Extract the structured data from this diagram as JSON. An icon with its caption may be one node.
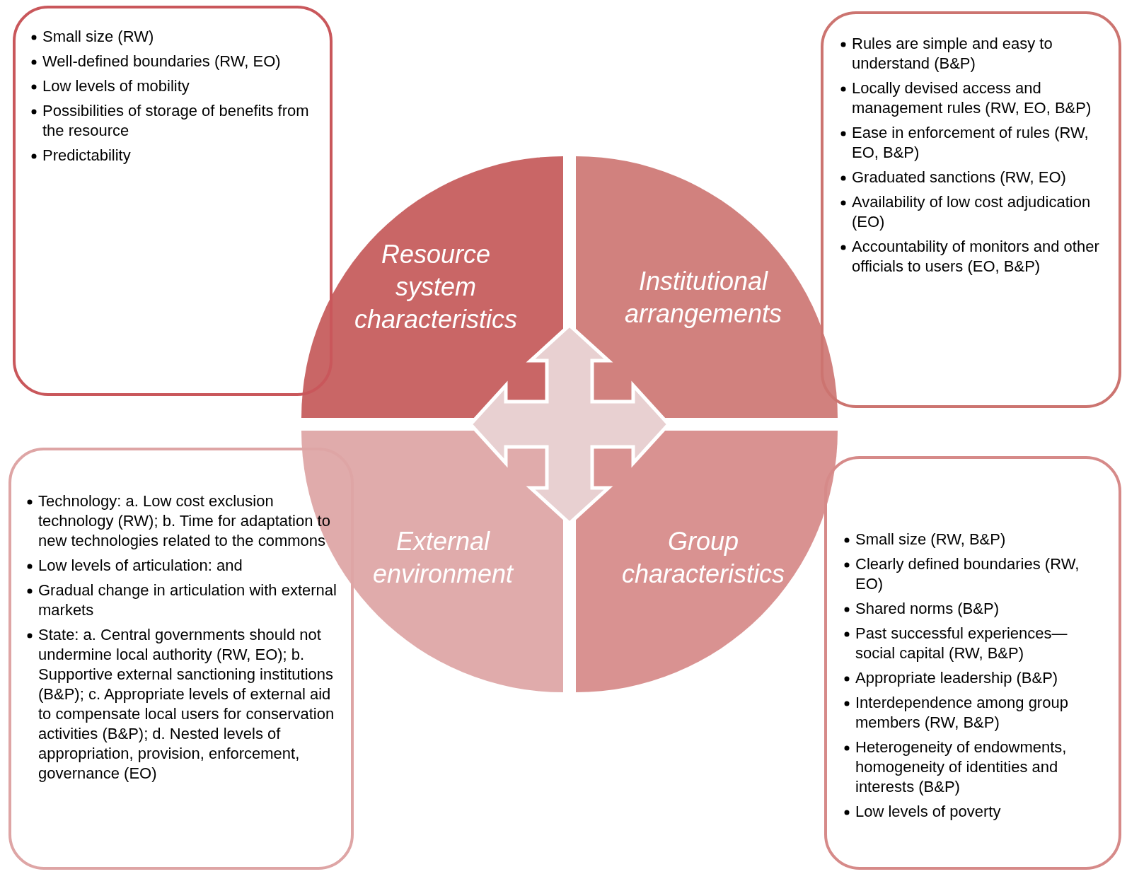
{
  "diagram": {
    "nodes": [
      {
        "text": [
          "Small size (RW)",
          "Well-defined boundaries (RW, EO)",
          "Low levels of mobility",
          "Possibilities of storage of benefits from the resource",
          "Predictability"
        ]
      },
      {
        "text": [
          "Resource system characteristics"
        ]
      },
      {
        "text": [
          "Institutional arrangements"
        ]
      },
      {
        "text": [
          "Rules are simple and easy to understand (B&P)",
          "Locally devised access and management rules (RW, EO, B&P)",
          "Ease in enforcement of rules (RW, EO, B&P)",
          "Graduated sanctions (RW, EO)",
          "Availability of low cost adjudication (EO)",
          "Accountability of monitors and other officials to users (EO, B&P)"
        ]
      },
      {
        "text": [
          "Technology: a. Low cost exclusion technology (RW);  b. Time for adaptation to new technologies related to the commons",
          "Low levels of articulation: and",
          "Gradual change in articulation with external markets",
          "State: a. Central governments should not undermine local authority (RW, EO); b. Supportive external sanctioning institutions (B&P); c. Appropriate levels of external aid to compensate local users for conservation activities (B&P); d. Nested levels of appropriation, provision, enforcement, governance (EO)"
        ]
      },
      {
        "text": [
          "External environment"
        ]
      },
      {
        "text": [
          "Group characteristics"
        ]
      },
      {
        "text": [
          "Small size (RW, B&P)",
          "Clearly defined boundaries (RW, EO)",
          "Shared norms (B&P)",
          "Past successful experiences—social capital (RW, B&P)",
          "Appropriate leadership (B&P)",
          "Interdependence among group members (RW, B&P)",
          "Heterogeneity of endowments, homogeneity of identities and interests (B&P)",
          "Low levels of poverty"
        ]
      }
    ]
  }
}
